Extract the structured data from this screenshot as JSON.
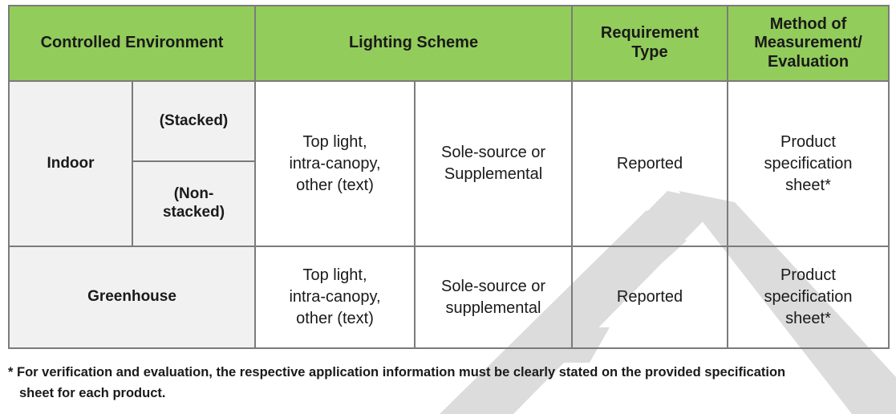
{
  "document": {
    "type": "requirements-table",
    "colors": {
      "header_green": "#92CC5A",
      "row_label_gray": "#F1F1F1",
      "border_gray": "#7B7B7B",
      "text": "#1A1A1A",
      "watermark_gray": "#DCDCDC"
    }
  },
  "table": {
    "headers": [
      {
        "label": "Controlled Environment",
        "colspan": 2
      },
      {
        "label": "Lighting Scheme",
        "colspan": 2
      },
      {
        "label": "Requirement\nType",
        "colspan": 1
      },
      {
        "label": "Method of\nMeasurement/\nEvaluation",
        "colspan": 1
      }
    ],
    "header_labels": {
      "controlled_environment": "Controlled Environment",
      "lighting_scheme": "Lighting Scheme",
      "requirement_type_line1": "Requirement",
      "requirement_type_line2": "Type",
      "method_line1": "Method of",
      "method_line2": "Measurement/",
      "method_line3": "Evaluation"
    },
    "rows": [
      {
        "environment": "Indoor",
        "sub_environments": [
          "(Stacked)",
          "(Non-stacked)"
        ],
        "lighting_scheme": "Top light, intra-canopy, other (text)",
        "lighting_scheme_lines": [
          "Top light,",
          "intra-canopy,",
          "other (text)"
        ],
        "source_type": "Sole-source or Supplemental",
        "source_type_lines": [
          "Sole-source or",
          "Supplemental"
        ],
        "requirement_type": "Reported",
        "method": "Product specification sheet*",
        "method_lines": [
          "Product",
          "specification",
          "sheet*"
        ]
      },
      {
        "environment": "Greenhouse",
        "sub_environments": [],
        "lighting_scheme": "Top light, intra-canopy, other (text)",
        "lighting_scheme_lines": [
          "Top light,",
          "intra-canopy,",
          "other (text)"
        ],
        "source_type": "Sole-source or supplemental",
        "source_type_lines": [
          "Sole-source or",
          "supplemental"
        ],
        "requirement_type": "Reported",
        "method": "Product specification sheet*",
        "method_lines": [
          "Product",
          "specification",
          "sheet*"
        ]
      }
    ],
    "cells": {
      "indoor_label": "Indoor",
      "indoor_stacked": "(Stacked)",
      "indoor_nonstacked_line1": "(Non-",
      "indoor_nonstacked_line2": "stacked)",
      "greenhouse_label": "Greenhouse",
      "indoor_lighting_l1": "Top light,",
      "indoor_lighting_l2": "intra-canopy,",
      "indoor_lighting_l3": "other (text)",
      "indoor_source_l1": "Sole-source or",
      "indoor_source_l2": "Supplemental",
      "indoor_requirement": "Reported",
      "indoor_method_l1": "Product",
      "indoor_method_l2": "specification",
      "indoor_method_l3": "sheet*",
      "greenhouse_lighting_l1": "Top light,",
      "greenhouse_lighting_l2": "intra-canopy,",
      "greenhouse_lighting_l3": "other (text)",
      "greenhouse_source_l1": "Sole-source or",
      "greenhouse_source_l2": "supplemental",
      "greenhouse_requirement": "Reported",
      "greenhouse_method_l1": "Product",
      "greenhouse_method_l2": "specification",
      "greenhouse_method_l3": "sheet*"
    }
  },
  "footnote": {
    "line1": "* For verification and evaluation, the respective application information must be clearly stated on the provided specification",
    "line2": "sheet for each product.",
    "full": "* For verification and evaluation, the respective application information must be clearly stated on the provided specification sheet for each product."
  }
}
